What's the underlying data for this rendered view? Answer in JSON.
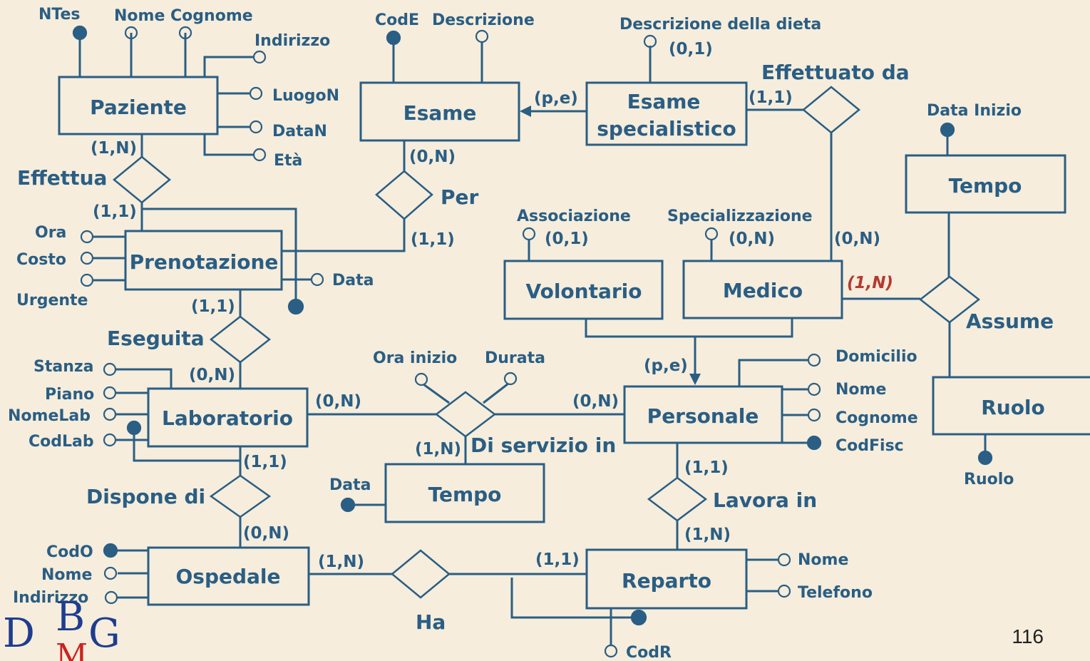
{
  "diagram": {
    "entities": {
      "paziente": "Paziente",
      "esame": "Esame",
      "esame_specialistico_1": "Esame",
      "esame_specialistico_2": "specialistico",
      "tempo_top": "Tempo",
      "prenotazione": "Prenotazione",
      "volontario": "Volontario",
      "medico": "Medico",
      "laboratorio": "Laboratorio",
      "personale": "Personale",
      "ruolo": "Ruolo",
      "tempo_mid": "Tempo",
      "ospedale": "Ospedale",
      "reparto": "Reparto"
    },
    "relationships": {
      "effettua": "Effettua",
      "per": "Per",
      "effettuato_da": "Effettuato da",
      "assume": "Assume",
      "eseguita": "Eseguita",
      "di_servizio_in": "Di servizio in",
      "lavora_in": "Lavora in",
      "dispone_di": "Dispone di",
      "ha": "Ha"
    },
    "attributes": {
      "ntes": "NTes",
      "nome_cognome": "Nome Cognome",
      "indirizzo_paz": "Indirizzo",
      "luogon": "LuogoN",
      "datan": "DataN",
      "eta": "Età",
      "code": "CodE",
      "descrizione": "Descrizione",
      "descr_dieta": "Descrizione della dieta",
      "data_inizio": "Data Inizio",
      "ora": "Ora",
      "costo": "Costo",
      "urgente": "Urgente",
      "data_pren": "Data",
      "associazione": "Associazione",
      "specializzazione": "Specializzazione",
      "stanza": "Stanza",
      "piano": "Piano",
      "nomelab": "NomeLab",
      "codlab": "CodLab",
      "ora_inizio": "Ora inizio",
      "durata": "Durata",
      "domicilio": "Domicilio",
      "nome_pers": "Nome",
      "cognome_pers": "Cognome",
      "codfisc": "CodFisc",
      "ruolo_attr": "Ruolo",
      "data_tempo": "Data",
      "codo": "CodO",
      "nome_osp": "Nome",
      "indirizzo_osp": "Indirizzo",
      "nome_rep": "Nome",
      "telefono": "Telefono",
      "codr": "CodR"
    },
    "cardinalities": {
      "paz_effettua": "(1,N)",
      "pren_effettua": "(1,1)",
      "esame_per": "(0,N)",
      "pren_per": "(1,1)",
      "isa_esame": "(p,e)",
      "dieta": "(0,1)",
      "es_spec_eff": "(1,1)",
      "medico_eff": "(0,N)",
      "assoc": "(0,1)",
      "spec": "(0,N)",
      "medico_assume": "(1,N)",
      "pren_eseguita": "(1,1)",
      "lab_eseguita": "(0,N)",
      "lab_servizio": "(0,N)",
      "pers_servizio": "(0,N)",
      "tempo_servizio": "(1,N)",
      "isa_personale": "(p,e)",
      "lab_dispone": "(1,1)",
      "osp_dispone": "(0,N)",
      "pers_lavora": "(1,1)",
      "rep_lavora": "(1,N)",
      "osp_ha": "(1,N)",
      "rep_ha": "(1,1)"
    }
  },
  "footer": {
    "page_number": "116",
    "logo_d": "D",
    "logo_b": "B",
    "logo_m": "M",
    "logo_g": "G"
  },
  "colors": {
    "ink": "#2a5e84",
    "highlight": "#b53a30",
    "background": "#f6eddc"
  }
}
